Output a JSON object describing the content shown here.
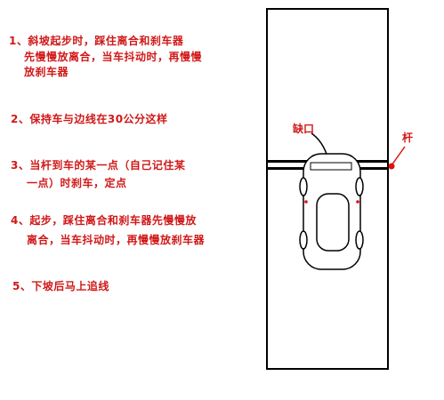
{
  "steps": [
    {
      "number": "1、",
      "lines": [
        "斜坡起步时，踩住离合和刹车器",
        "先慢慢放离合，当车抖动时，再慢慢",
        "放刹车器"
      ]
    },
    {
      "number": "2、",
      "lines": [
        "保持车与边线在30公分这样"
      ]
    },
    {
      "number": "3、",
      "lines": [
        "当杆到车的某一点（自己记住某",
        "一点）时刹车，定点"
      ]
    },
    {
      "number": "4、",
      "lines": [
        "起步，踩住离合和刹车器先慢慢放",
        "离合，当车抖动时，再慢慢放刹车器"
      ]
    },
    {
      "number": "5、",
      "lines": [
        "下坡后马上追线"
      ]
    }
  ],
  "labels": {
    "gap": "缺口",
    "pole": "杆"
  },
  "colors": {
    "text": "#d01818",
    "line": "#000000",
    "marker": "#e01010"
  }
}
